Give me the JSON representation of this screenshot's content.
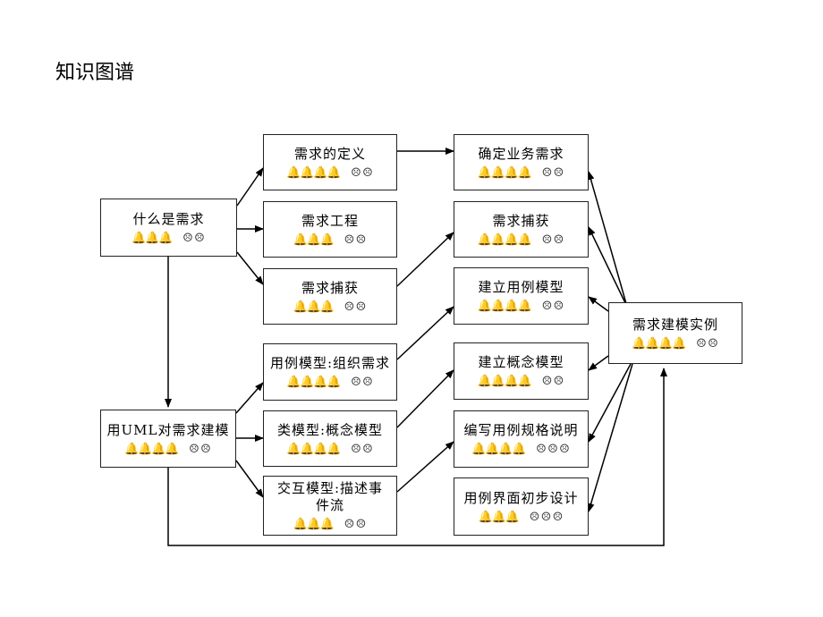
{
  "title": "知识图谱",
  "glyphs": {
    "bell": "🔔",
    "face": "☹"
  },
  "nodes": {
    "what_is": {
      "label": "什么是需求",
      "bells": 3,
      "faces": 2
    },
    "def": {
      "label": "需求的定义",
      "bells": 4,
      "faces": 2
    },
    "eng": {
      "label": "需求工程",
      "bells": 3,
      "faces": 2
    },
    "cap1": {
      "label": "需求捕获",
      "bells": 3,
      "faces": 2
    },
    "uml": {
      "label": "用UML对需求建模",
      "bells": 4,
      "faces": 2
    },
    "ucmodel": {
      "label": "用例模型:组织需求",
      "bells": 4,
      "faces": 2
    },
    "classmodel": {
      "label": "类模型:概念模型",
      "bells": 4,
      "faces": 2
    },
    "interaction": {
      "label": "交互模型:描述事件流",
      "bells": 3,
      "faces": 2
    },
    "biz": {
      "label": "确定业务需求",
      "bells": 4,
      "faces": 2
    },
    "cap2": {
      "label": "需求捕获",
      "bells": 4,
      "faces": 2
    },
    "ucbuild": {
      "label": "建立用例模型",
      "bells": 4,
      "faces": 2
    },
    "concept": {
      "label": "建立概念模型",
      "bells": 4,
      "faces": 2
    },
    "spec": {
      "label": "编写用例规格说明",
      "bells": 4,
      "faces": 3
    },
    "ui": {
      "label": "用例界面初步设计",
      "bells": 3,
      "faces": 3
    },
    "example": {
      "label": "需求建模实例",
      "bells": 4,
      "faces": 2
    }
  }
}
